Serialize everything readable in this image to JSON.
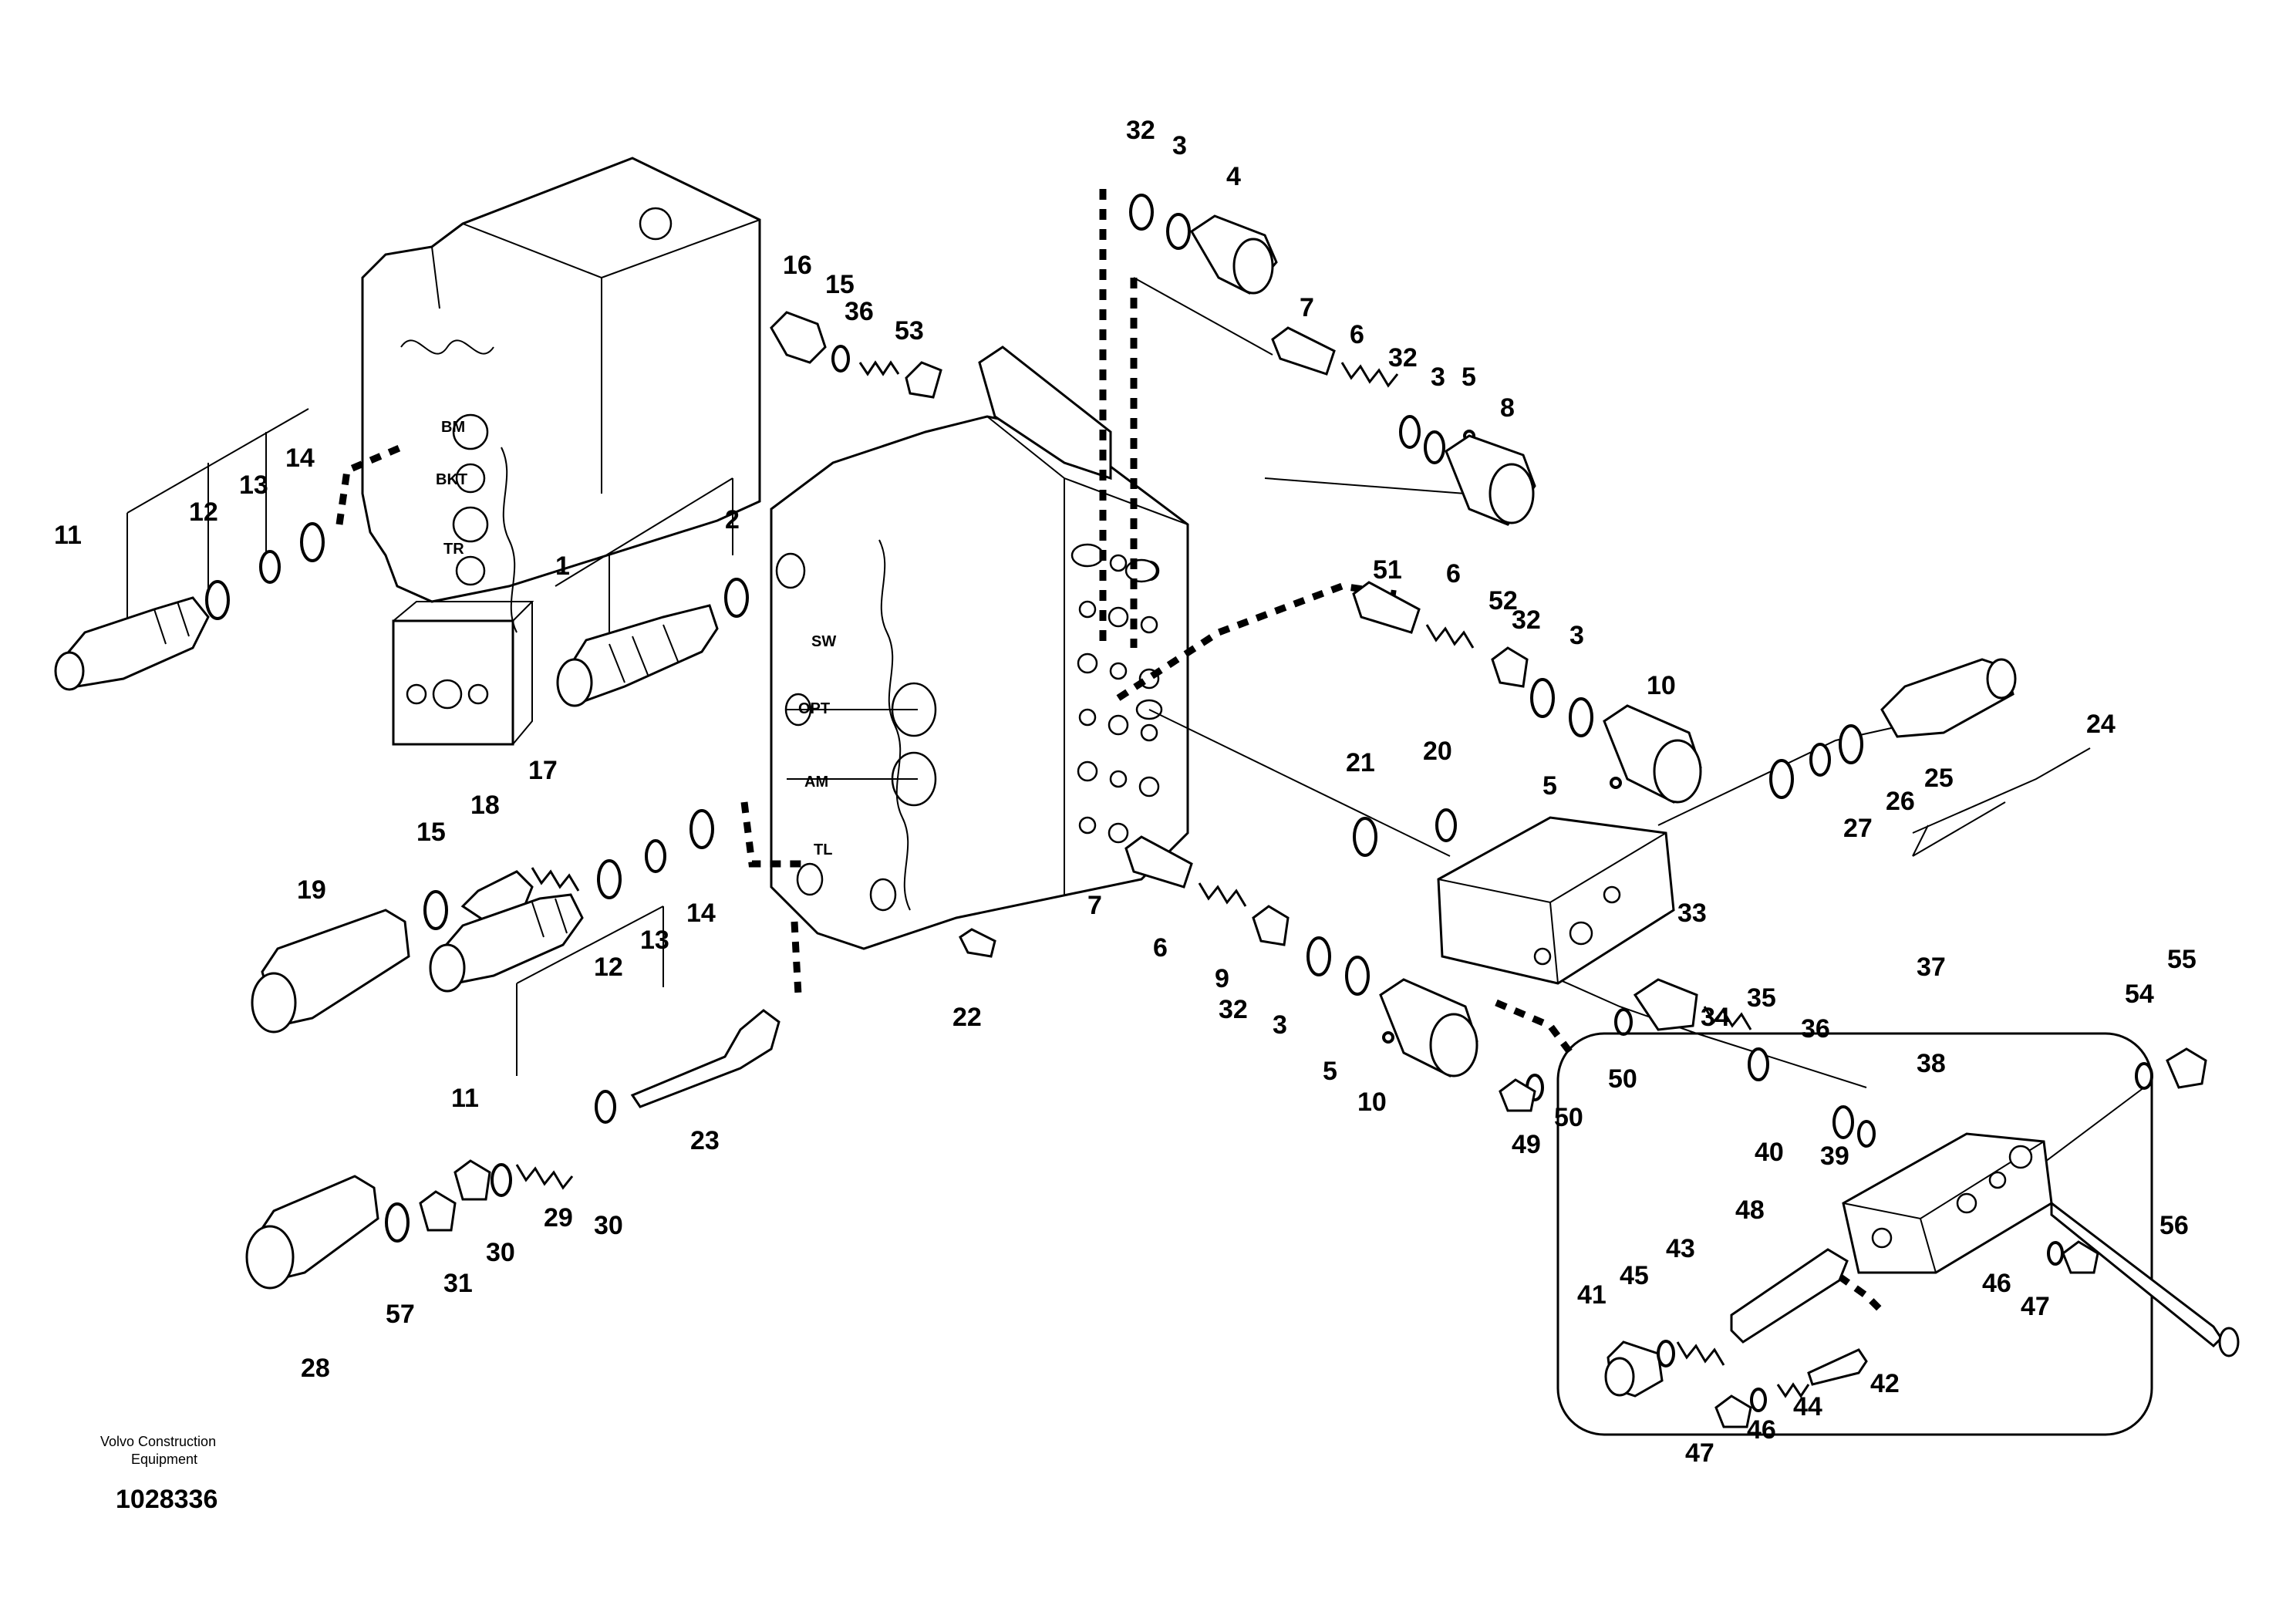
{
  "footer": {
    "company_line1": "Volvo Construction",
    "company_line2": "Equipment",
    "drawing_number": "1028336"
  },
  "port_stamps": [
    "BM",
    "BKT",
    "TR",
    "SW",
    "OPT",
    "AM",
    "TL"
  ],
  "callouts": [
    "1",
    "2",
    "3",
    "4",
    "5",
    "6",
    "7",
    "8",
    "9",
    "10",
    "11",
    "12",
    "13",
    "14",
    "15",
    "16",
    "17",
    "18",
    "19",
    "20",
    "21",
    "22",
    "23",
    "24",
    "25",
    "26",
    "27",
    "28",
    "29",
    "30",
    "31",
    "32",
    "33",
    "34",
    "35",
    "36",
    "37",
    "38",
    "39",
    "40",
    "41",
    "42",
    "43",
    "44",
    "45",
    "46",
    "47",
    "48",
    "49",
    "50",
    "51",
    "52",
    "53",
    "54",
    "55",
    "56",
    "57"
  ]
}
